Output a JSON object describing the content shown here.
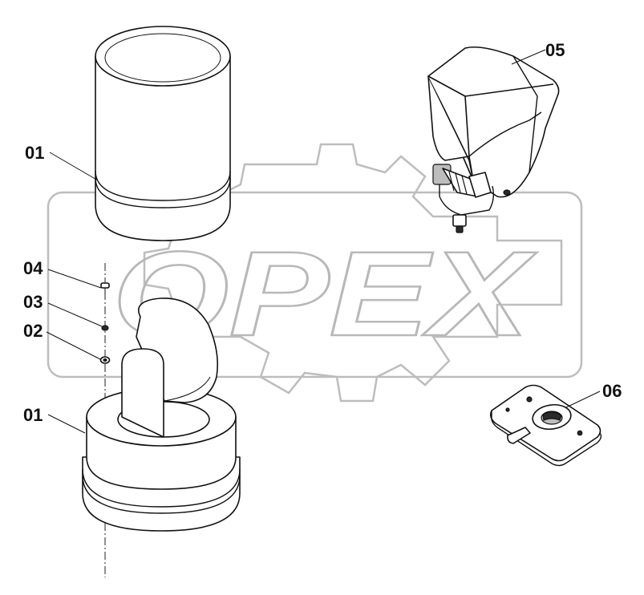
{
  "diagram": {
    "watermark": "OPEX",
    "callouts": {
      "c01_top": "01",
      "c01_bottom": "01",
      "c02": "02",
      "c03": "03",
      "c04": "04",
      "c05": "05",
      "c06": "06"
    }
  }
}
